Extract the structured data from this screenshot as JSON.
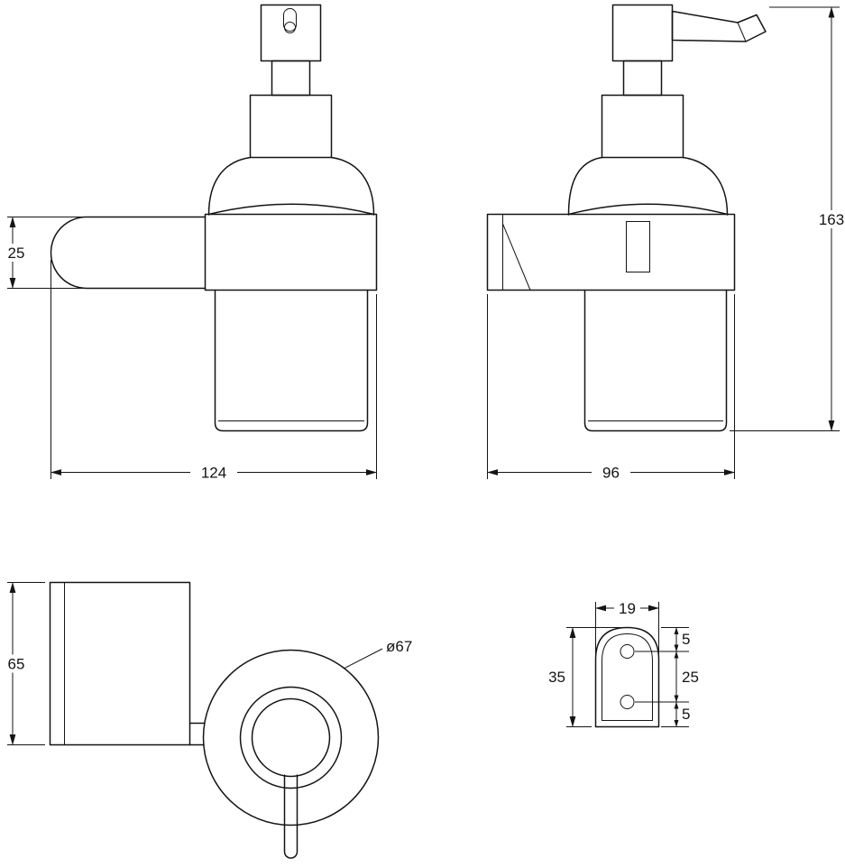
{
  "dimensions": {
    "front_bracket_height": "25",
    "front_width": "124",
    "side_depth": "96",
    "total_height": "163",
    "plate_height": "65",
    "glass_diameter": "ø67",
    "bracket_width": "19",
    "bracket_height": "35",
    "hole_top_offset": "5",
    "hole_spacing": "25",
    "hole_bottom_offset": "5"
  }
}
